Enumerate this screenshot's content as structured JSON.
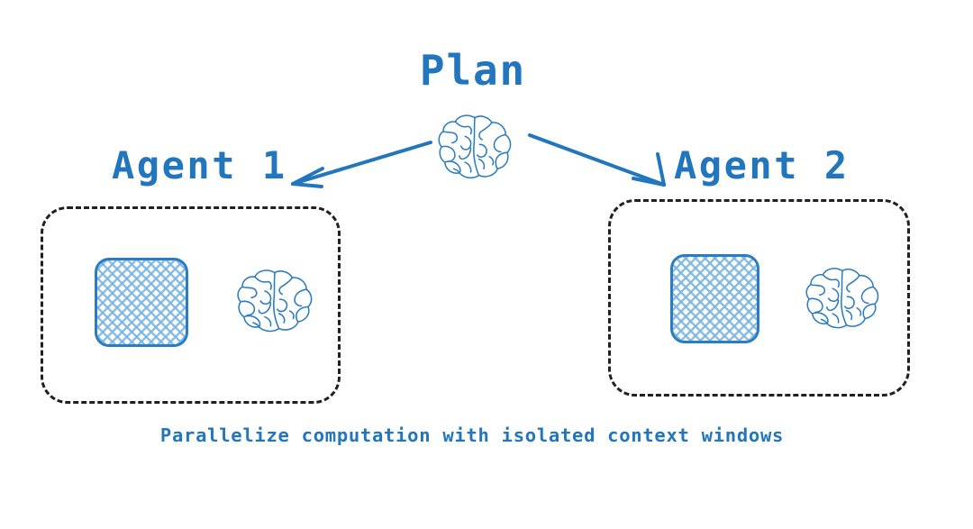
{
  "diagram": {
    "title": "Plan",
    "caption": "Parallelize computation with isolated context windows",
    "background_color": "#ffffff",
    "accent_color": "#2176bd",
    "hatch_color": "#78b4e1",
    "dash_color": "#221f1f",
    "nodes": [
      {
        "id": "plan",
        "label": "Plan",
        "icon": "brain-icon",
        "role": "orchestrator"
      },
      {
        "id": "agent1",
        "label": "Agent 1",
        "icons": [
          "context-window-icon",
          "brain-icon"
        ],
        "boundary": "dashed-rounded-box"
      },
      {
        "id": "agent2",
        "label": "Agent 2",
        "icons": [
          "context-window-icon",
          "brain-icon"
        ],
        "boundary": "dashed-rounded-box"
      }
    ],
    "edges": [
      {
        "from": "plan",
        "to": "agent1",
        "style": "arrow",
        "direction": "down-left"
      },
      {
        "from": "plan",
        "to": "agent2",
        "style": "arrow",
        "direction": "down-right"
      }
    ]
  }
}
